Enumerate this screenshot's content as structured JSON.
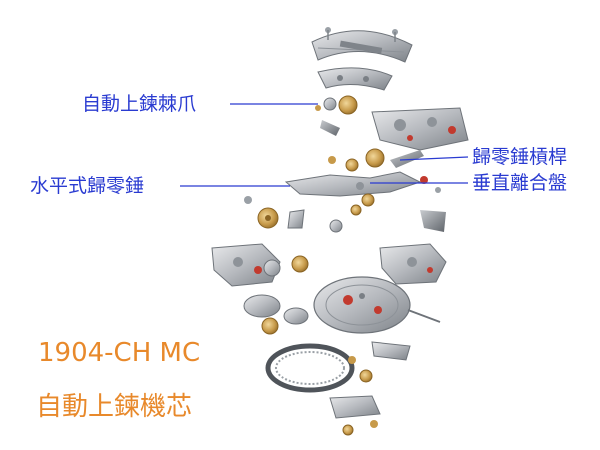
{
  "callouts": {
    "pawl": "自動上鍊棘爪",
    "horizontal_hammer": "水平式歸零錘",
    "hammer_lever": "歸零錘槓桿",
    "vertical_clutch": "垂直離合盤"
  },
  "movement": {
    "calibre": "1904-CH MC",
    "type": "自動上鍊機芯"
  },
  "colors": {
    "callout_text": "#2a3bd1",
    "title_text": "#e8892b",
    "metal": "#a7abb1",
    "gold": "#c79a4a",
    "ruby": "#c23a2e"
  }
}
